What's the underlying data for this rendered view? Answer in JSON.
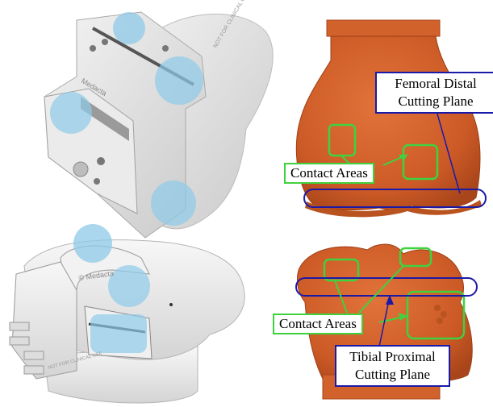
{
  "femur_jig": {
    "brand_text": "Medacta",
    "engraved_text": "NOT FOR CLINICAL USE"
  },
  "tibia_jig": {
    "brand_text": "© Medacta",
    "engraved_text": "NOT FOR CLINICAL USE"
  },
  "femur_panel": {
    "contact_label": "Contact Areas",
    "plane_label_line1": "Femoral Distal",
    "plane_label_line2": "Cutting Plane"
  },
  "tibia_panel": {
    "contact_label": "Contact Areas",
    "plane_label_line1": "Tibial Proximal",
    "plane_label_line2": "Cutting Plane"
  },
  "colors": {
    "bone": "#d2622c",
    "bone_dark": "#a8451a",
    "contact_highlight": "#3fd23f",
    "cutting_plane": "#1a1aa8",
    "contact_blob": "#8ecae8",
    "jig": "#e6e6e6"
  }
}
